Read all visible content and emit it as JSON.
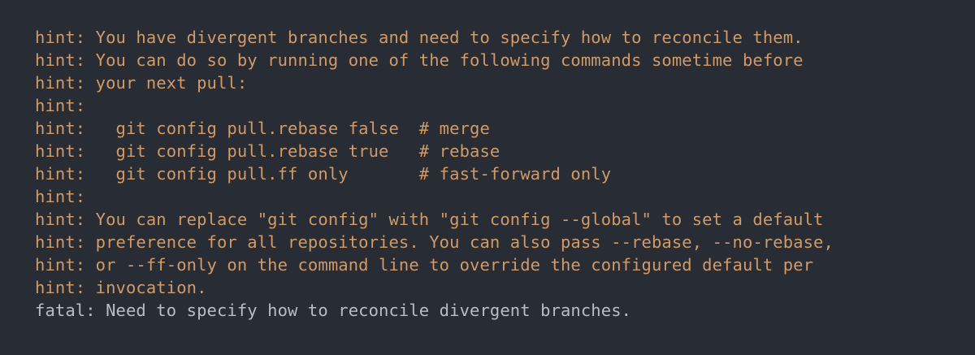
{
  "terminal": {
    "colors": {
      "background": "#282c34",
      "hint_text": "#d19a66",
      "fatal_text": "#b7bdc6"
    },
    "lines": [
      "hint: You have divergent branches and need to specify how to reconcile them.",
      "hint: You can do so by running one of the following commands sometime before",
      "hint: your next pull:",
      "hint:",
      "hint:   git config pull.rebase false  # merge",
      "hint:   git config pull.rebase true   # rebase",
      "hint:   git config pull.ff only       # fast-forward only",
      "hint:",
      "hint: You can replace \"git config\" with \"git config --global\" to set a default",
      "hint: preference for all repositories. You can also pass --rebase, --no-rebase,",
      "hint: or --ff-only on the command line to override the configured default per",
      "hint: invocation.",
      "fatal: Need to specify how to reconcile divergent branches."
    ]
  }
}
